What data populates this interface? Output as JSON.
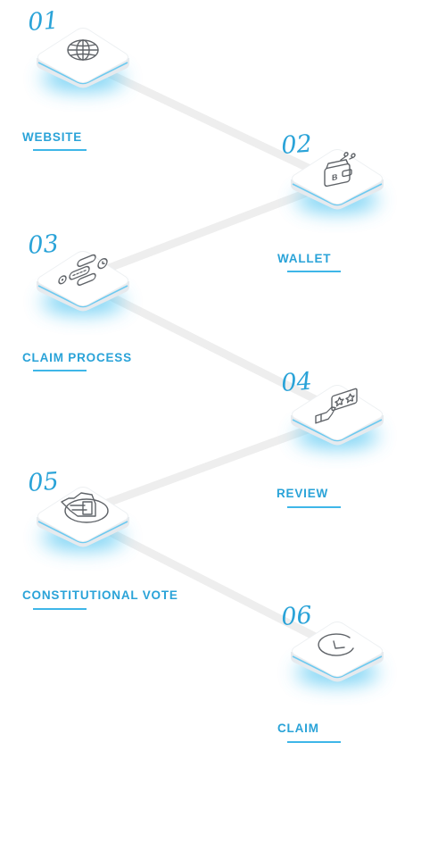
{
  "steps": [
    {
      "number": "01",
      "label": "WEBSITE",
      "icon": "globe-icon"
    },
    {
      "number": "02",
      "label": "WALLET",
      "icon": "wallet-icon"
    },
    {
      "number": "03",
      "label": "CLAIM PROCESS",
      "icon": "process-flow-icon"
    },
    {
      "number": "04",
      "label": "REVIEW",
      "icon": "review-stars-icon"
    },
    {
      "number": "05",
      "label": "CONSTITUTIONAL VOTE",
      "icon": "thumbs-up-vote-icon"
    },
    {
      "number": "06",
      "label": "CLAIM",
      "icon": "clock-icon"
    }
  ],
  "colors": {
    "accent": "#2aa3d8",
    "glow": "#4cc3f1",
    "connector": "#eeeeee",
    "icon_stroke": "#5f6368"
  }
}
